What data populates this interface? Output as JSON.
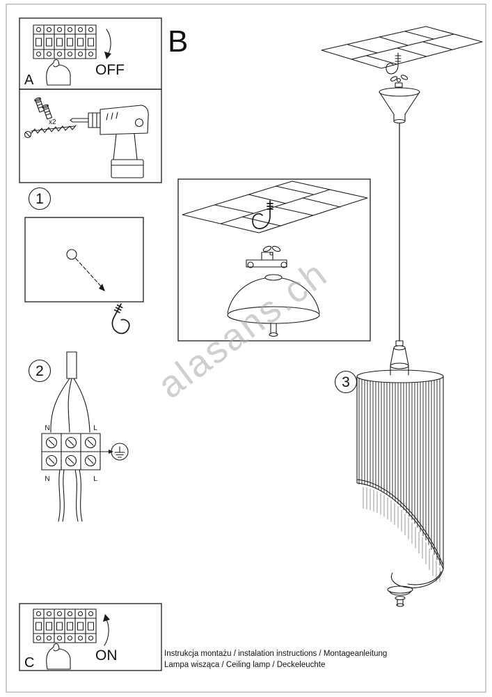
{
  "panels": {
    "a": {
      "label": "A",
      "switch_label": "OFF"
    },
    "b": {
      "label": "B"
    },
    "c": {
      "label": "C",
      "switch_label": "ON"
    },
    "step1": {
      "label": "1"
    },
    "step2": {
      "label": "2",
      "terminal_top_left": "N",
      "terminal_top_right": "L",
      "terminal_bottom_left": "N",
      "terminal_bottom_right": "L"
    },
    "step3": {
      "label": "3"
    },
    "tools": {
      "anchor_count": "x2"
    }
  },
  "watermark": "alasans.ch",
  "footer": {
    "line1": "Instrukcja montażu / instalation instructions / Montageanleitung",
    "line2": "Lampa wisząca / Ceiling lamp / Deckeleuchte"
  }
}
